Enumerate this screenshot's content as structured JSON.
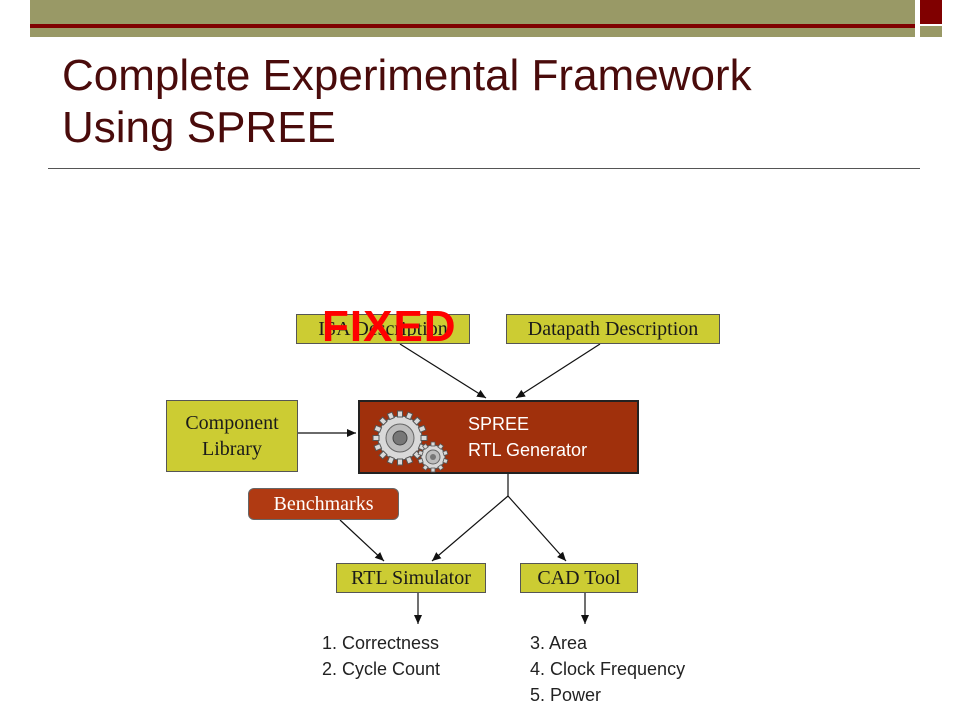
{
  "slide": {
    "title_line1": "Complete Experimental Framework",
    "title_line2": "Using SPREE"
  },
  "diagram": {
    "isa_label": "ISA Description",
    "datapath_label": "Datapath Description",
    "component_line1": "Component",
    "component_line2": "Library",
    "spree_line1": "SPREE",
    "spree_line2": "RTL Generator",
    "benchmarks_label": "Benchmarks",
    "rtl_simulator_label": "RTL Simulator",
    "cad_tool_label": "CAD Tool",
    "fixed_stamp": "FIXED",
    "simulator_outputs": [
      "1.   Correctness",
      "2.   Cycle Count"
    ],
    "cad_outputs": [
      "3.  Area",
      "4.  Clock Frequency",
      "5.  Power"
    ]
  },
  "colors": {
    "accent_olive": "#999966",
    "accent_maroon": "#800000",
    "box_fill": "#cccc33",
    "spree_fill": "#a0300c",
    "fixed_text": "#ff0000"
  },
  "icons": [
    "gear-icon"
  ]
}
